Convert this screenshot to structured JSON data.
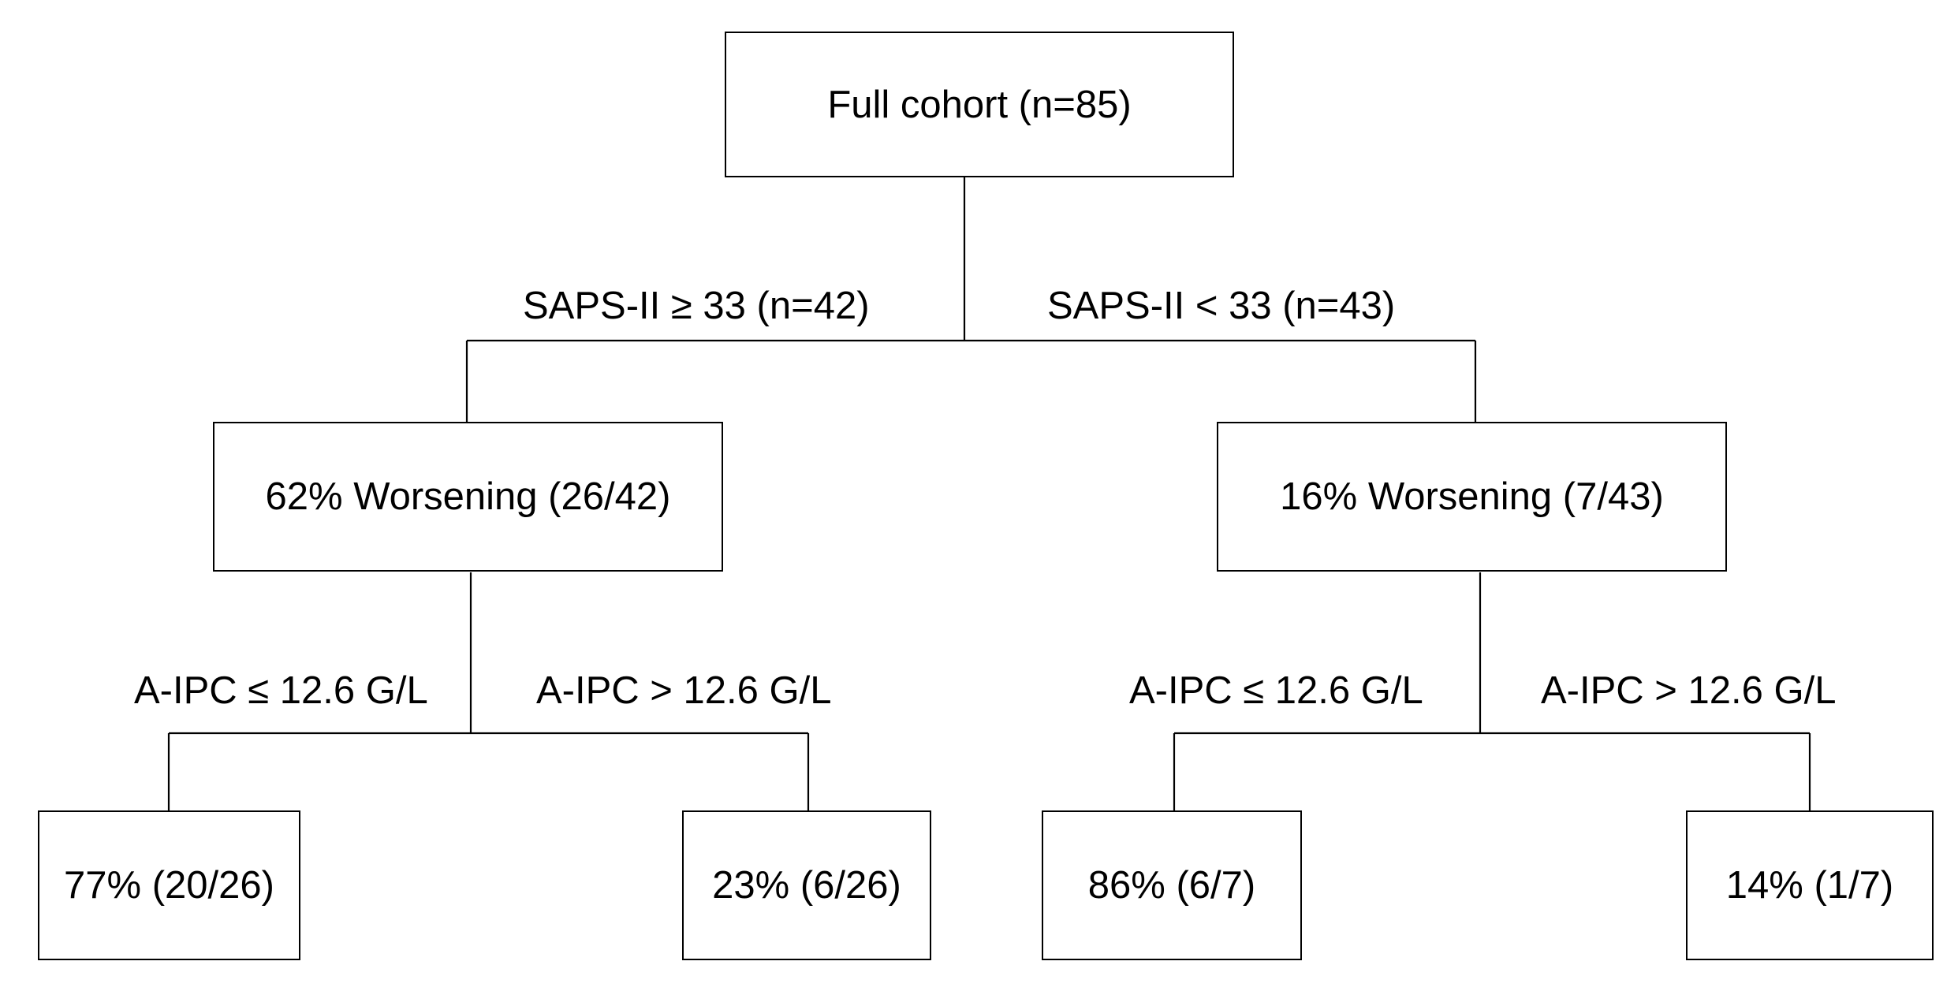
{
  "diagram": {
    "root": {
      "text": "Full cohort (n=85)"
    },
    "split_1": {
      "left_label": "SAPS-II ≥ 33 (n=42)",
      "right_label": "SAPS-II < 33 (n=43)"
    },
    "left_node": {
      "text": "62% Worsening (26/42)"
    },
    "right_node": {
      "text": "16% Worsening (7/43)"
    },
    "split_left": {
      "left_label": "A-IPC ≤ 12.6 G/L",
      "right_label": "A-IPC > 12.6 G/L"
    },
    "split_right": {
      "left_label": "A-IPC ≤ 12.6 G/L",
      "right_label": "A-IPC > 12.6 G/L"
    },
    "leaves": [
      {
        "text": "77% (20/26)"
      },
      {
        "text": "23% (6/26)"
      },
      {
        "text": "86% (6/7)"
      },
      {
        "text": "14% (1/7)"
      }
    ]
  }
}
